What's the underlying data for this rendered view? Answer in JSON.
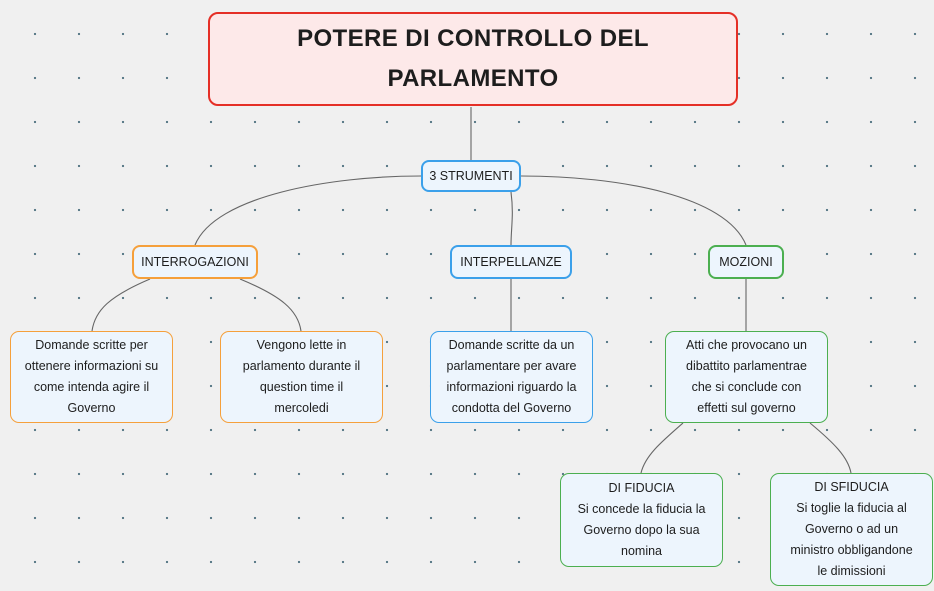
{
  "diagram": {
    "type": "mind-map",
    "language": "it",
    "background_color": "#f0f0f0",
    "dot_grid_color": "#5d7d8a",
    "edge_color": "#666666",
    "node_fill": "#edf5fd",
    "palette": {
      "red": "#e52f26",
      "red_fill": "#fde9e9",
      "blue": "#3ba0ea",
      "orange": "#f5a03c",
      "green": "#4caf50"
    }
  },
  "root": {
    "line1": "POTERE DI CONTROLLO DEL",
    "line2": "PARLAMENTO",
    "color": "#e52f26"
  },
  "hub": {
    "label": "3 STRUMENTI",
    "color": "#3ba0ea"
  },
  "categories": [
    {
      "label": "INTERROGAZIONI",
      "color": "#f5a03c"
    },
    {
      "label": "INTERPELLANZE",
      "color": "#3ba0ea"
    },
    {
      "label": "MOZIONI",
      "color": "#4caf50"
    }
  ],
  "leaves": {
    "interrogazioni_a": {
      "lines": [
        "Domande scritte per",
        "ottenere informazioni su",
        "come intenda agire il",
        "Governo"
      ],
      "color": "#f5a03c"
    },
    "interrogazioni_b": {
      "lines": [
        "Vengono lette in",
        "parlamento durante il",
        "question time il",
        "mercoledi"
      ],
      "color": "#f5a03c"
    },
    "interpellanze_a": {
      "lines": [
        "Domande scritte da un",
        "parlamentare per avare",
        "informazioni riguardo la",
        "condotta del Governo"
      ],
      "color": "#3ba0ea"
    },
    "mozioni_a": {
      "lines": [
        "Atti che provocano un",
        "dibattito parlamentrae",
        "che si conclude con",
        "effetti sul governo"
      ],
      "color": "#4caf50"
    },
    "mozioni_fiducia": {
      "lines": [
        "DI FIDUCIA",
        "Si concede la fiducia la",
        "Governo dopo la sua",
        "nomina"
      ],
      "color": "#4caf50"
    },
    "mozioni_sfiducia": {
      "lines": [
        "DI SFIDUCIA",
        "Si toglie la fiducia al",
        "Governo o ad un",
        "ministro obbligandone",
        "le dimissioni"
      ],
      "color": "#4caf50"
    }
  }
}
